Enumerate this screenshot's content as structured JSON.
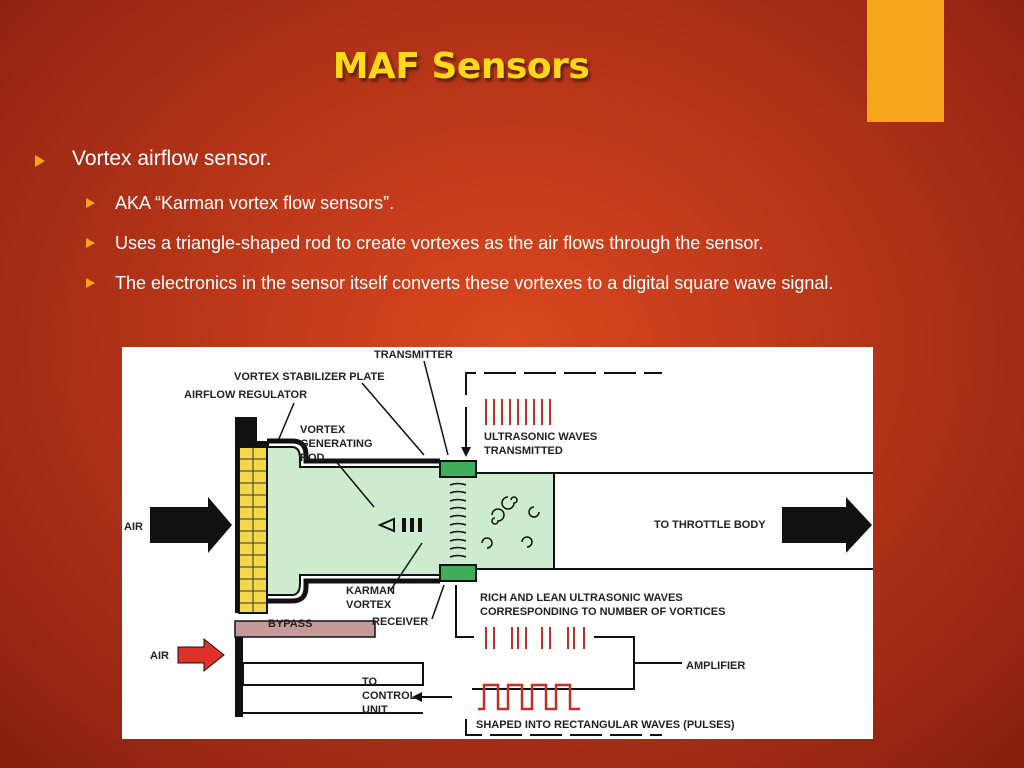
{
  "slide": {
    "title": "MAF Sensors",
    "bullets": [
      {
        "text": "Vortex airflow sensor.",
        "level": 1
      },
      {
        "text": "AKA “Karman vortex flow sensors”.",
        "level": 2
      },
      {
        "text": "Uses a triangle-shaped rod to create vortexes as the air flows through the sensor.",
        "level": 2
      },
      {
        "text": "The electronics in the sensor itself converts these vortexes to a digital square wave signal.",
        "level": 2
      }
    ],
    "colors": {
      "accent": "#f5a51c",
      "title": "#ffd817",
      "background": "#c03a1a"
    }
  },
  "diagram": {
    "labels": {
      "transmitter": "TRANSMITTER",
      "stabilizer": "VORTEX STABILIZER PLATE",
      "regulator": "AIRFLOW REGULATOR",
      "vortex1": "VORTEX",
      "vortex2": "GENERATING",
      "vortex3": "ROD",
      "ultra1": "ULTRASONIC WAVES",
      "ultra2": "TRANSMITTED",
      "air_in": "AIR",
      "throttle": "TO THROTTLE BODY",
      "karman1": "KARMAN",
      "karman2": "VORTEX",
      "receiver": "RECEIVER",
      "bypass": "BYPASS",
      "rich1": "RICH AND LEAN ULTRASONIC WAVES",
      "rich2": "CORRESPONDING TO NUMBER OF VORTICES",
      "air_bypass": "AIR",
      "amplifier": "AMPLIFIER",
      "control1": "TO",
      "control2": "CONTROL",
      "control3": "UNIT",
      "shaped": "SHAPED INTO RECTANGULAR WAVES (PULSES)"
    }
  }
}
